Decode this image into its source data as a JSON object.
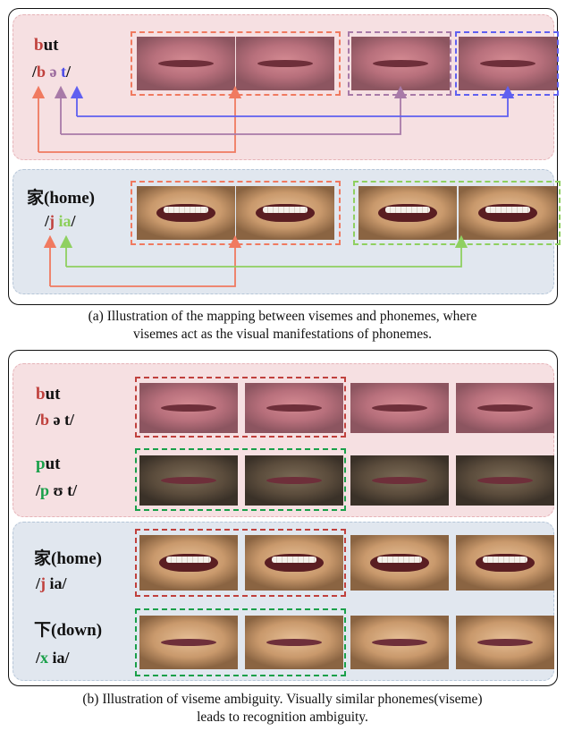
{
  "colors": {
    "red": "#c0413d",
    "purple": "#9b6b9e",
    "blue": "#4b4be8",
    "green_light": "#8ccf5a",
    "green_dark": "#1aa04a",
    "orange_box": "#f07a60",
    "purple_box": "#a87aa8",
    "blue_box": "#6060f0",
    "green_box": "#8fd060",
    "red_box": "#c0413d",
    "dkgreen_box": "#1aa04a"
  },
  "panel_a": {
    "but": {
      "word_highlight": "b",
      "word_rest": "ut",
      "ph_open": "/",
      "ph_b": "b",
      "ph_schwa": "ə",
      "ph_t": "t",
      "ph_close": "/"
    },
    "home": {
      "word_char": "家",
      "word_rest": "(home)",
      "ph_open": "/",
      "ph_j": "j",
      "ph_ia": "ia",
      "ph_close": "/"
    },
    "caption_line1": "(a) Illustration of the mapping between visemes and phonemes, where",
    "caption_line2": "visemes act as the visual manifestations of phonemes."
  },
  "panel_b": {
    "but": {
      "word_highlight": "b",
      "word_rest": "ut",
      "ph_open": "/",
      "ph_b": "b",
      "ph_rest": " ə t/"
    },
    "put": {
      "word_highlight": "p",
      "word_rest": "ut",
      "ph_open": "/",
      "ph_p": "p",
      "ph_rest": " ʊ t/"
    },
    "home": {
      "word_char": "家",
      "word_rest": "(home)",
      "ph_open": "/",
      "ph_j": "j",
      "ph_rest": " ia/"
    },
    "down": {
      "word_char": "下",
      "word_rest": "(down)",
      "ph_open": "/",
      "ph_x": "x",
      "ph_rest": " ia/"
    },
    "caption_line1": "(b) Illustration of viseme ambiguity. Visually similar phonemes(viseme)",
    "caption_line2": "leads to recognition ambiguity."
  }
}
